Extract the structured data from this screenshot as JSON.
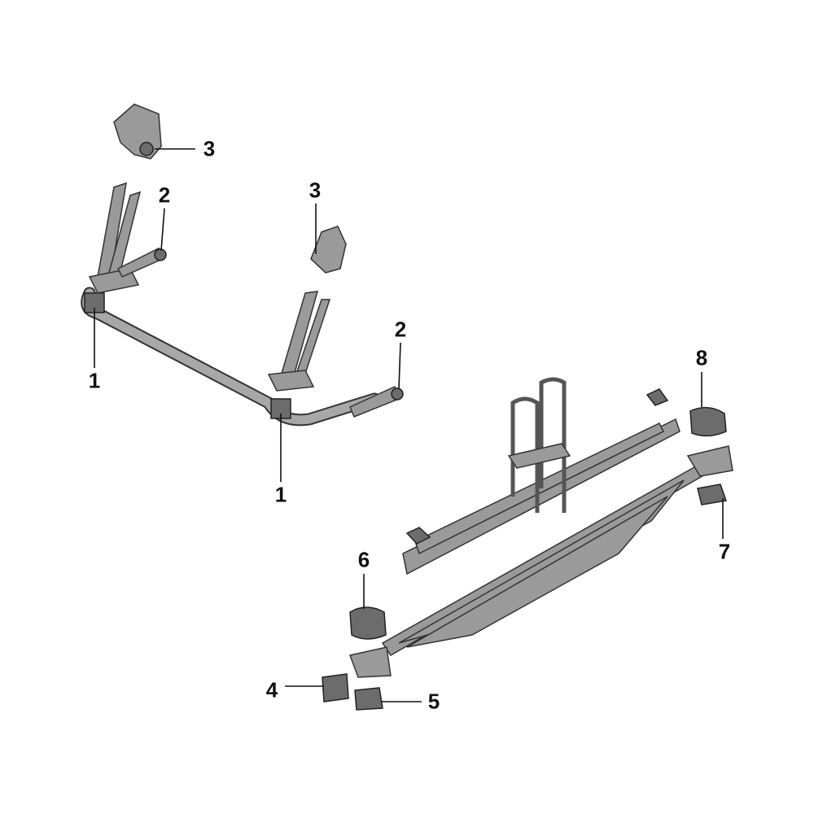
{
  "diagram": {
    "type": "exploded parts diagram",
    "callouts": [
      {
        "id": "c3a",
        "label": "3"
      },
      {
        "id": "c2a",
        "label": "2"
      },
      {
        "id": "c3b",
        "label": "3"
      },
      {
        "id": "c2b",
        "label": "2"
      },
      {
        "id": "c1a",
        "label": "1"
      },
      {
        "id": "c1b",
        "label": "1"
      },
      {
        "id": "c8",
        "label": "8"
      },
      {
        "id": "c7",
        "label": "7"
      },
      {
        "id": "c6",
        "label": "6"
      },
      {
        "id": "c4",
        "label": "4"
      },
      {
        "id": "c5",
        "label": "5"
      }
    ]
  }
}
